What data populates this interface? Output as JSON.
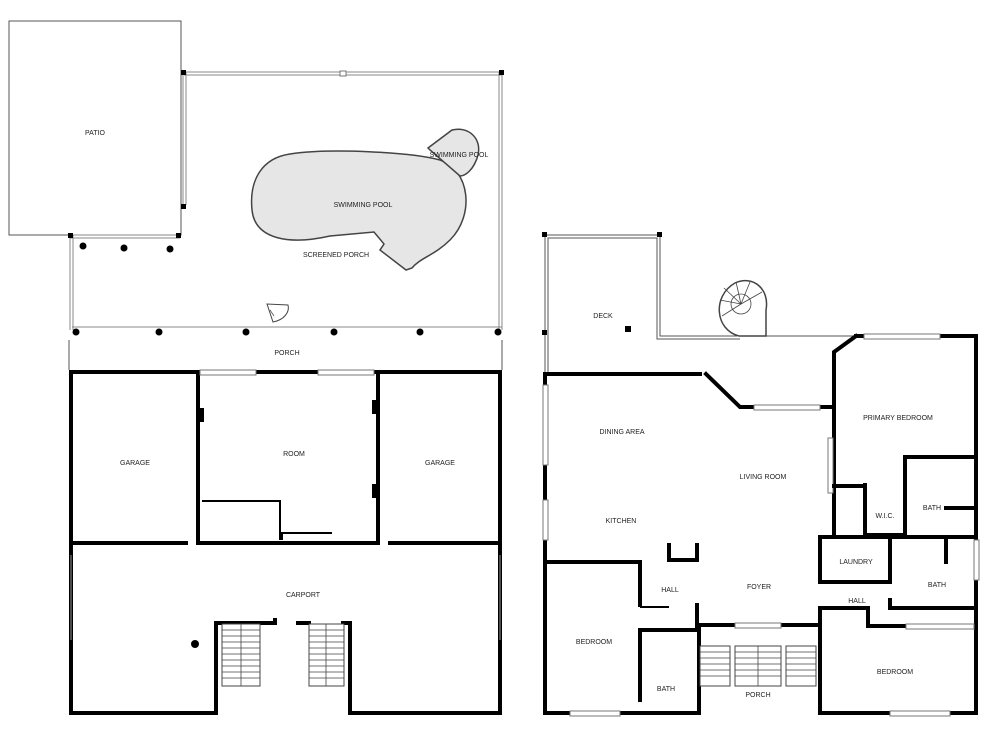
{
  "lower_floor": {
    "labels": {
      "patio": "PATIO",
      "swimming_pool_main": "SWIMMING POOL",
      "swimming_pool_spa": "SWIMMING POOL",
      "screened_porch": "SCREENED PORCH",
      "porch": "PORCH",
      "garage_left": "GARAGE",
      "room": "ROOM",
      "garage_right": "GARAGE",
      "carport": "CARPORT"
    }
  },
  "upper_floor": {
    "labels": {
      "deck": "DECK",
      "dining_area": "DINING AREA",
      "kitchen": "KITCHEN",
      "living_room": "LIVING ROOM",
      "primary_bedroom": "PRIMARY BEDROOM",
      "wic": "W.I.C.",
      "bath_primary": "BATH",
      "laundry": "LAUNDRY",
      "bath_mid": "BATH",
      "hall_left": "HALL",
      "foyer": "FOYER",
      "hall_right": "HALL",
      "bedroom_left": "BEDROOM",
      "bath_bottom": "BATH",
      "porch": "PORCH",
      "bedroom_right": "BEDROOM"
    }
  }
}
